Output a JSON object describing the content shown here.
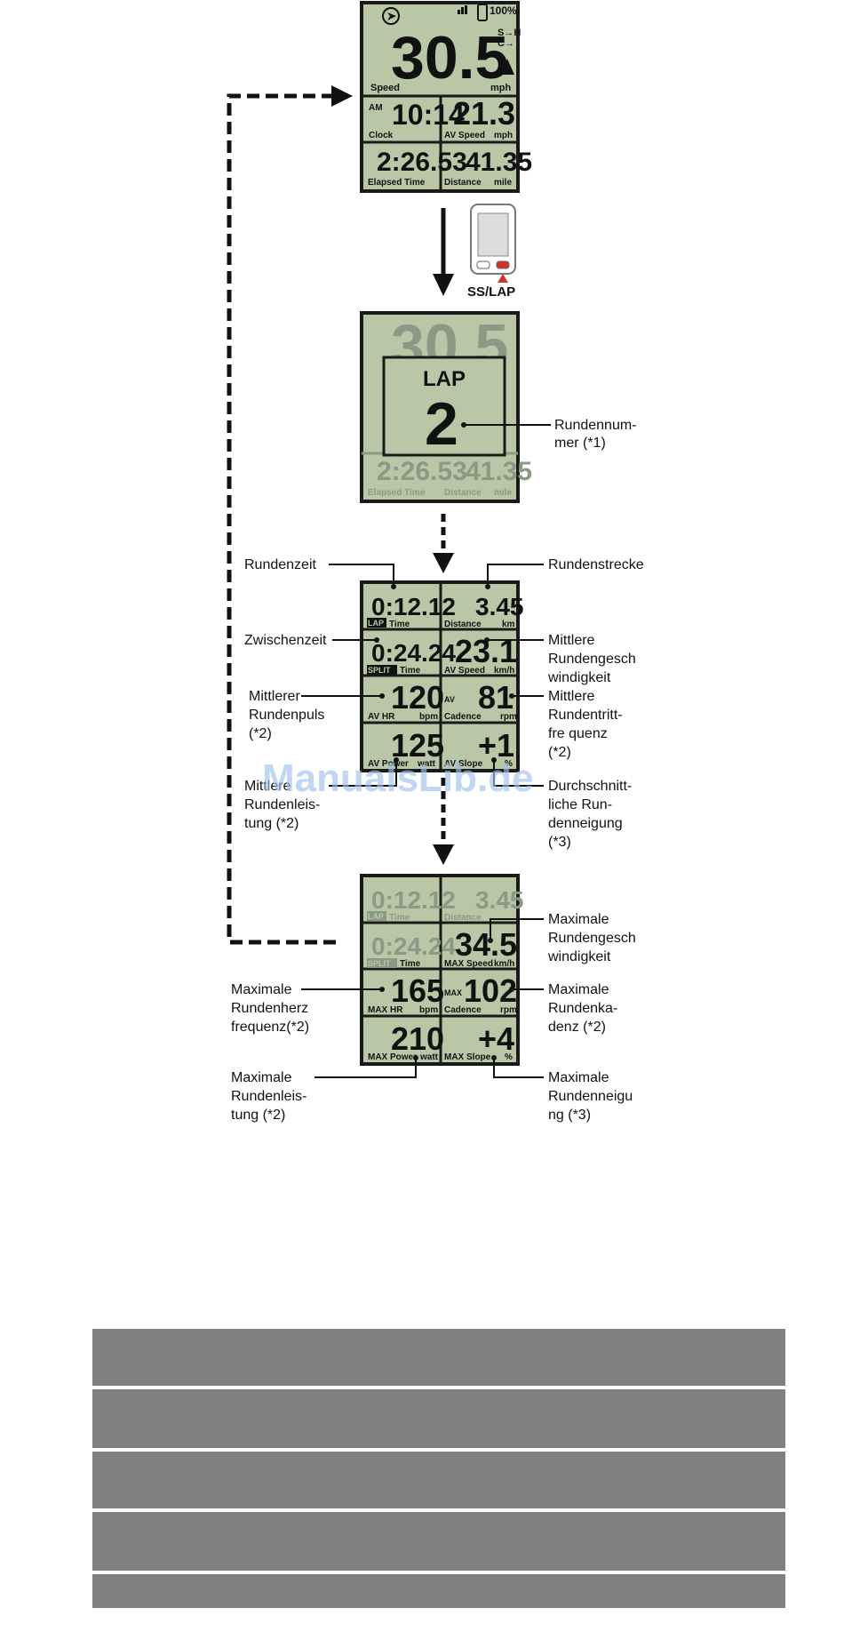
{
  "watermark": "ManualsLib.de",
  "button_label": "SS/LAP",
  "screen1": {
    "battery": "100%",
    "speed_value": "30.5",
    "speed_unit": "mph",
    "speed_label": "Speed",
    "sh": "S→H",
    "ce": "C→",
    "ampm": "AM",
    "clock_value": "10:14",
    "clock_label": "Clock",
    "avspeed_value": "21.3",
    "avspeed_label": "AV Speed",
    "avspeed_unit": "mph",
    "elapsed_value": "2:26.53",
    "elapsed_label": "Elapsed Time",
    "distance_value": "41.35",
    "distance_label": "Distance",
    "distance_unit": "mile"
  },
  "screen2": {
    "lap_label": "LAP",
    "lap_number": "2",
    "callout": [
      "Rundennum-",
      "mer (*1)"
    ]
  },
  "screen3": {
    "lap_time_value": "0:12.12",
    "lap_tag": "LAP",
    "time_label": "Time",
    "lap_distance_value": "3.45",
    "distance_label": "Distance",
    "distance_unit": "km",
    "split_time_value": "0:24.24",
    "split_tag": "SPLIT",
    "avspeed_value": "23.1",
    "avspeed_label": "AV Speed",
    "speed_unit": "km/h",
    "avhr_value": "120",
    "avhr_label": "AV HR",
    "hr_unit": "bpm",
    "av_tag": "AV",
    "avcad_value": "81",
    "cadence_label": "Cadence",
    "cadence_unit": "rpm",
    "avpower_value": "125",
    "avpower_label": "AV Power",
    "power_unit": "watt",
    "avslope_value": "+1",
    "avslope_label": "AV Slope",
    "slope_unit": "%"
  },
  "screen3_callouts": {
    "rundenzeit": "Rundenzeit",
    "rundenstrecke": "Rundenstrecke",
    "zwischenzeit": "Zwischenzeit",
    "mittlere_speed": [
      "Mittlere",
      "Rundengesch",
      "windigkeit"
    ],
    "mittlerer_puls": [
      "Mittlerer",
      "Rundenpuls",
      "(*2)"
    ],
    "mittlere_tritt": [
      "Mittlere",
      "Rundentritt-",
      "fre quenz",
      "(*2)"
    ],
    "mittlere_leistung": [
      "Mittlere",
      "Rundenleis-",
      "tung (*2)"
    ],
    "durchschnitt_neigung": [
      "Durchschnitt-",
      "liche Run-",
      "denneigung",
      "(*3)"
    ]
  },
  "screen4": {
    "lap_time_value": "0:12.12",
    "lap_tag": "LAP",
    "time_label": "Time",
    "lap_distance_value": "3.45",
    "distance_label": "Distance",
    "split_time_value": "0:24.24",
    "split_tag": "SPLIT",
    "maxspeed_value": "34.5",
    "maxspeed_label": "MAX Speed",
    "speed_unit": "km/h",
    "maxhr_value": "165",
    "maxhr_label": "MAX HR",
    "hr_unit": "bpm",
    "max_tag": "MAX",
    "maxcad_value": "102",
    "cadence_label": "Cadence",
    "cadence_unit": "rpm",
    "maxpower_value": "210",
    "maxpower_label": "MAX Power",
    "power_unit": "watt",
    "maxslope_value": "+4",
    "maxslope_label": "MAX Slope",
    "slope_unit": "%"
  },
  "screen4_callouts": {
    "max_speed": [
      "Maximale",
      "Rundengesch",
      "windigkeit"
    ],
    "max_hr": [
      "Maximale",
      "Rundenherz",
      "frequenz(*2)"
    ],
    "max_cad": [
      "Maximale",
      "Rundenka-",
      "denz (*2)"
    ],
    "max_power": [
      "Maximale",
      "Rundenleis-",
      "tung (*2)"
    ],
    "max_slope": [
      "Maximale",
      "Rundenneigu",
      "ng (*3)"
    ]
  },
  "colors": {
    "lcd_bg": "#b9c7a6",
    "lcd_border": "#1a1a1a",
    "lcd_faded": "#8a9a84",
    "button_red": "#d0322e",
    "bottom_bars": "#808080"
  },
  "bottom_bars_count": 5
}
